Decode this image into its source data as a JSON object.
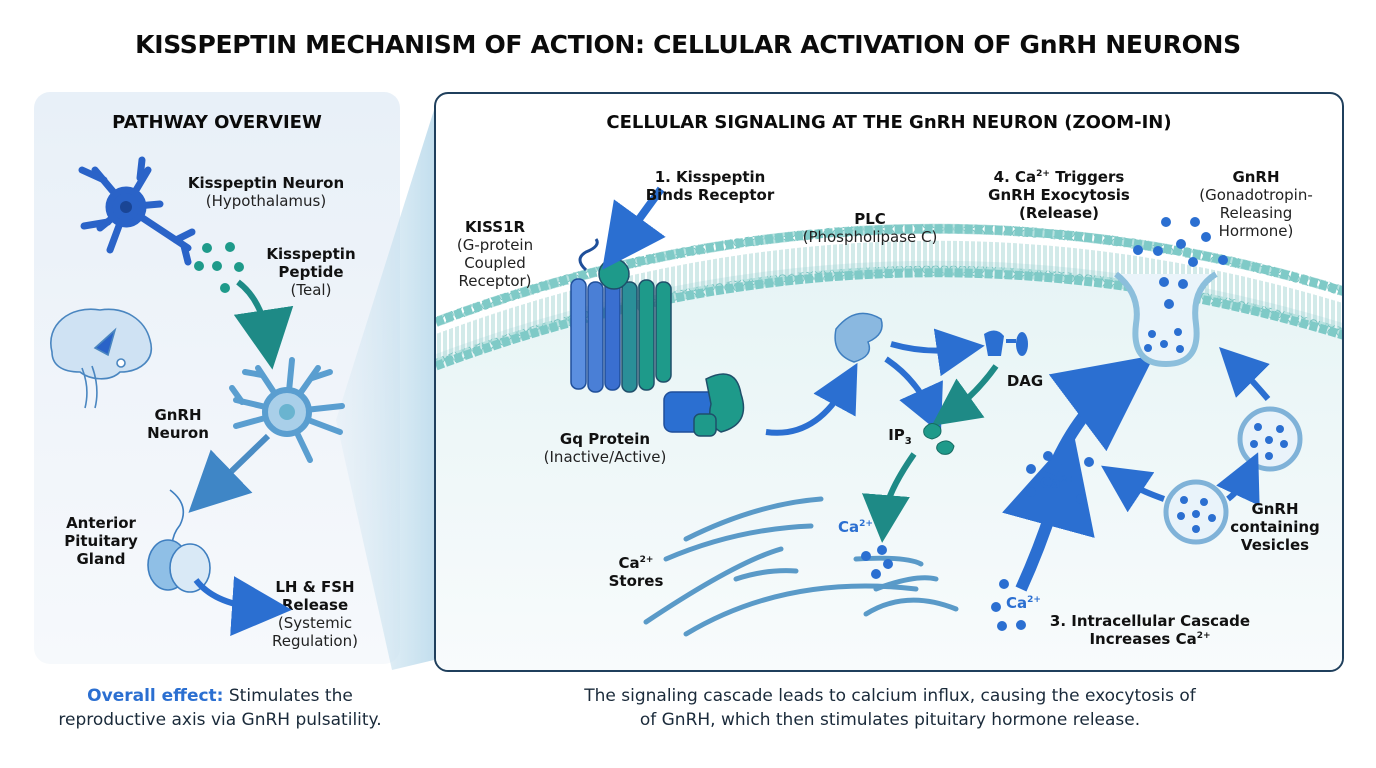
{
  "title": "KISSPEPTIN MECHANISM OF ACTION: CELLULAR ACTIVATION OF GnRH NEURONS",
  "colors": {
    "accent_blue": "#2b6fd1",
    "teal": "#1e9a8a",
    "panel_border": "#1f3f5c",
    "membrane": "#9fd3d0",
    "left_panel_bg": "#e8f0f8"
  },
  "pathway_overview": {
    "heading": "PATHWAY OVERVIEW",
    "kisspeptin_neuron": {
      "name": "Kisspeptin Neuron",
      "detail": "(Hypothalamus)"
    },
    "kisspeptin_peptide": {
      "name_line1": "Kisspeptin",
      "name_line2": "Peptide",
      "detail": "(Teal)"
    },
    "gnrh_neuron": {
      "line1": "GnRH",
      "line2": "Neuron"
    },
    "pituitary": {
      "line1": "Anterior",
      "line2": "Pituitary",
      "line3": "Gland"
    },
    "release": {
      "line1": "LH & FSH",
      "line2": "Release",
      "detail1": "(Systemic",
      "detail2": "Regulation)"
    },
    "icons": [
      "kisspeptin-neuron-icon",
      "peptide-dots-icon",
      "brain-icon",
      "gnrh-neuron-icon",
      "pituitary-gland-icon"
    ]
  },
  "cellular_signaling": {
    "heading": "CELLULAR SIGNALING AT THE GnRH NEURON (ZOOM-IN)",
    "step1": {
      "line1": "1. Kisspeptin",
      "line2": "Binds Receptor"
    },
    "kiss1r": {
      "name": "KISS1R",
      "detail1": "(G-protein",
      "detail2": "Coupled",
      "detail3": "Receptor)"
    },
    "plc": {
      "name": "PLC",
      "detail": "(Phospholipase C)"
    },
    "step4": {
      "line1_prefix": "4. Ca",
      "line1_sup": "2+",
      "line1_suffix": " Triggers",
      "line2": "GnRH Exocytosis",
      "line3": "(Release)"
    },
    "gnrh": {
      "name": "GnRH",
      "detail1": "(Gonadotropin-",
      "detail2": "Releasing",
      "detail3": "Hormone)"
    },
    "dag": "DAG",
    "ip3": {
      "base": "IP",
      "sub": "3"
    },
    "gq": {
      "name": "Gq Protein",
      "detail": "(Inactive/Active)"
    },
    "ca_stores": {
      "base": "Ca",
      "sup": "2+",
      "line2": "Stores"
    },
    "ca_ion": {
      "base": "Ca",
      "sup": "2+"
    },
    "vesicles": {
      "line1": "GnRH",
      "line2": "containing",
      "line3": "Vesicles"
    },
    "step3": {
      "line1": "3. Intracellular Cascade",
      "line2_prefix": "Increases Ca",
      "line2_sup": "2+"
    }
  },
  "captions": {
    "left_highlight": "Overall effect:",
    "left_rest": " Stimulates the",
    "left_line2": "reproductive axis via GnRH pulsatility.",
    "right_line1": "The signaling cascade leads to calcium influx, causing the exocytosis of",
    "right_line2": "of GnRH, which then stimulates pituitary hormone release."
  }
}
